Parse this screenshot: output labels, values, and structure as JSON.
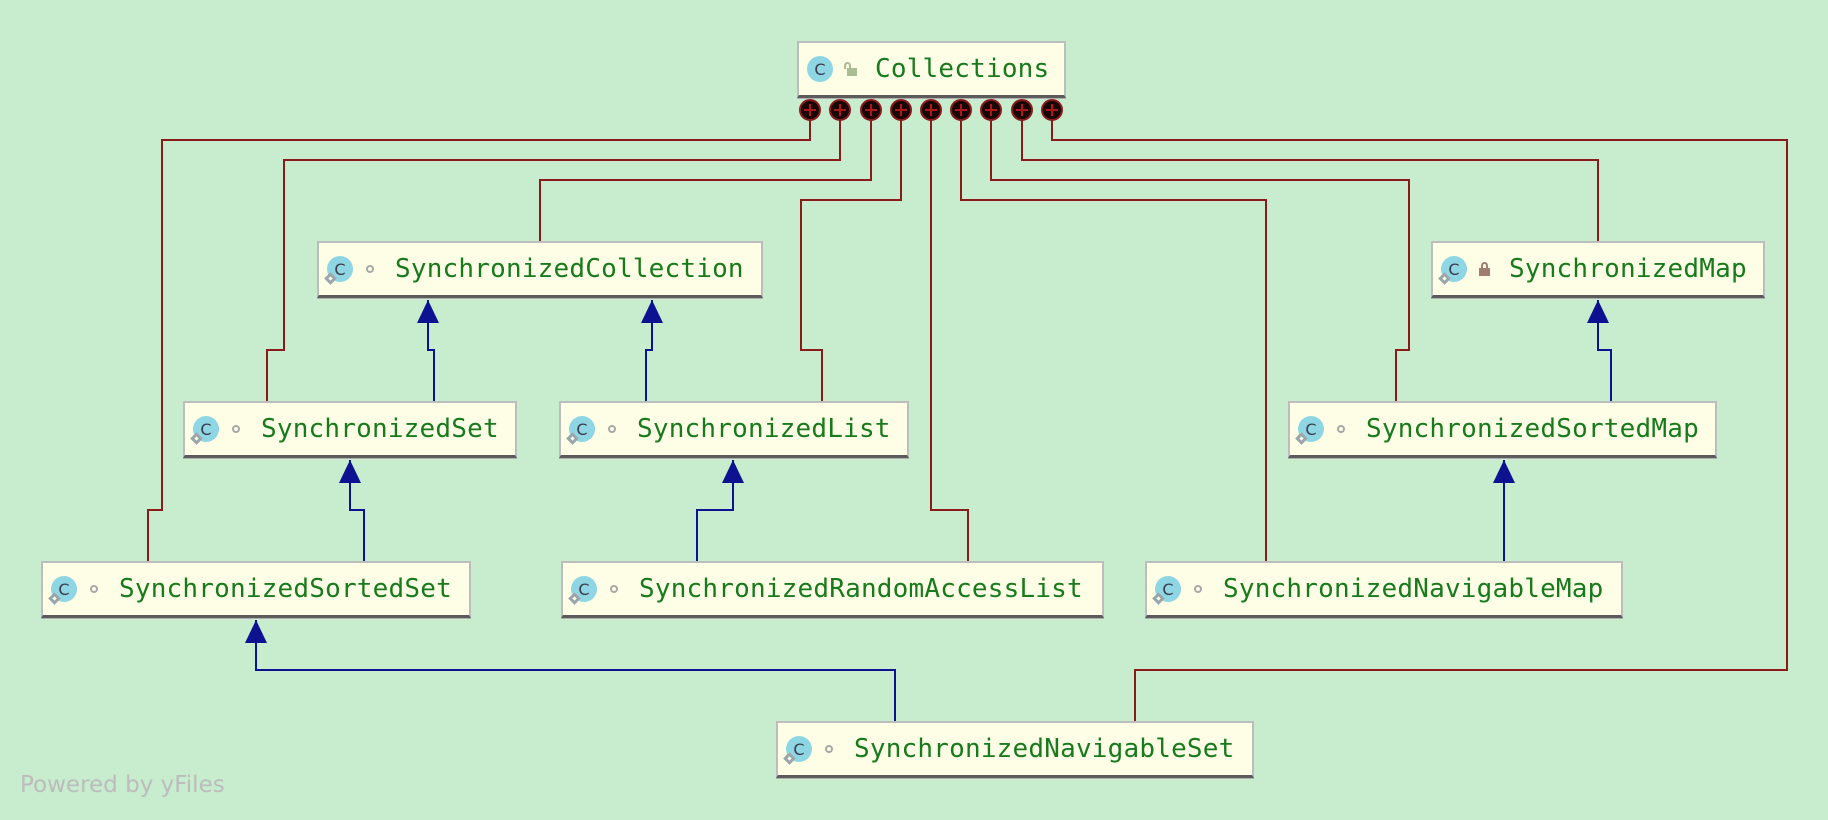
{
  "diagram": {
    "type": "uml-class-diagram",
    "colors": {
      "background": "#c7ecce",
      "inner_class_edge": "#8b1a1a",
      "inheritance_edge": "#0c1290",
      "class_name": "#177a1c"
    },
    "nodes": [
      {
        "id": "collections",
        "label": "Collections",
        "kind": "class",
        "visibility": "public"
      },
      {
        "id": "synchronized-collection",
        "label": "SynchronizedCollection",
        "kind": "class",
        "visibility": "package-private"
      },
      {
        "id": "synchronized-map",
        "label": "SynchronizedMap",
        "kind": "class",
        "visibility": "private"
      },
      {
        "id": "synchronized-set",
        "label": "SynchronizedSet",
        "kind": "class",
        "visibility": "package-private"
      },
      {
        "id": "synchronized-list",
        "label": "SynchronizedList",
        "kind": "class",
        "visibility": "package-private"
      },
      {
        "id": "synchronized-sorted-map",
        "label": "SynchronizedSortedMap",
        "kind": "class",
        "visibility": "package-private"
      },
      {
        "id": "synchronized-sorted-set",
        "label": "SynchronizedSortedSet",
        "kind": "class",
        "visibility": "package-private"
      },
      {
        "id": "synchronized-random-access-list",
        "label": "SynchronizedRandomAccessList",
        "kind": "class",
        "visibility": "package-private"
      },
      {
        "id": "synchronized-navigable-map",
        "label": "SynchronizedNavigableMap",
        "kind": "class",
        "visibility": "package-private"
      },
      {
        "id": "synchronized-navigable-set",
        "label": "SynchronizedNavigableSet",
        "kind": "class",
        "visibility": "package-private"
      }
    ],
    "inner_class_edges": [
      {
        "from": "collections",
        "to": "synchronized-sorted-set"
      },
      {
        "from": "collections",
        "to": "synchronized-set"
      },
      {
        "from": "collections",
        "to": "synchronized-collection"
      },
      {
        "from": "collections",
        "to": "synchronized-list"
      },
      {
        "from": "collections",
        "to": "synchronized-random-access-list"
      },
      {
        "from": "collections",
        "to": "synchronized-navigable-map"
      },
      {
        "from": "collections",
        "to": "synchronized-sorted-map"
      },
      {
        "from": "collections",
        "to": "synchronized-map"
      },
      {
        "from": "collections",
        "to": "synchronized-navigable-set"
      }
    ],
    "inheritance_edges": [
      {
        "child": "synchronized-set",
        "parent": "synchronized-collection"
      },
      {
        "child": "synchronized-list",
        "parent": "synchronized-collection"
      },
      {
        "child": "synchronized-sorted-set",
        "parent": "synchronized-set"
      },
      {
        "child": "synchronized-random-access-list",
        "parent": "synchronized-list"
      },
      {
        "child": "synchronized-sorted-map",
        "parent": "synchronized-map"
      },
      {
        "child": "synchronized-navigable-map",
        "parent": "synchronized-sorted-map"
      },
      {
        "child": "synchronized-navigable-set",
        "parent": "synchronized-sorted-set"
      }
    ]
  },
  "icons": {
    "class": "C",
    "class_icon_name": "class-icon",
    "public": "unlocked-icon",
    "private": "lock-icon",
    "package-private": "package-visibility-icon",
    "inner_class_anchor": "inner-class-anchor-icon"
  },
  "watermark": "Powered by yFiles"
}
